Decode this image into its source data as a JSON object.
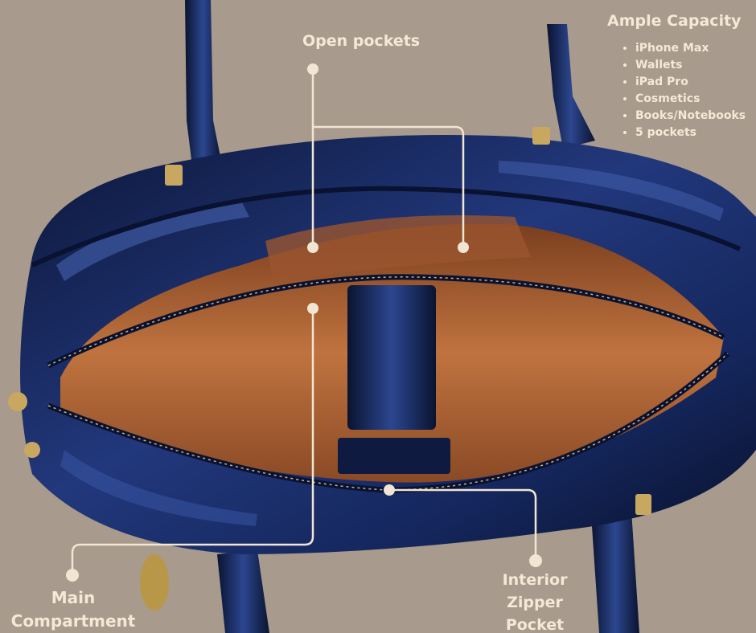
{
  "annotations": {
    "open_pockets": "Open pockets",
    "main_compartment": [
      "Main",
      "Compartment"
    ],
    "interior_zipper": [
      "Interior Zipper",
      "Pocket"
    ]
  },
  "capacity": {
    "title": "Ample Capacity",
    "items": [
      "iPhone Max",
      "Wallets",
      "iPad Pro",
      "Cosmetics",
      "Books/Notebooks",
      "5 pockets"
    ]
  },
  "colors": {
    "background": "#a89a8c",
    "label_text": "#f4e8d6",
    "callout_line": "#f1e6d4",
    "bag_leather": "#16265a",
    "lining": "#b8683a"
  }
}
